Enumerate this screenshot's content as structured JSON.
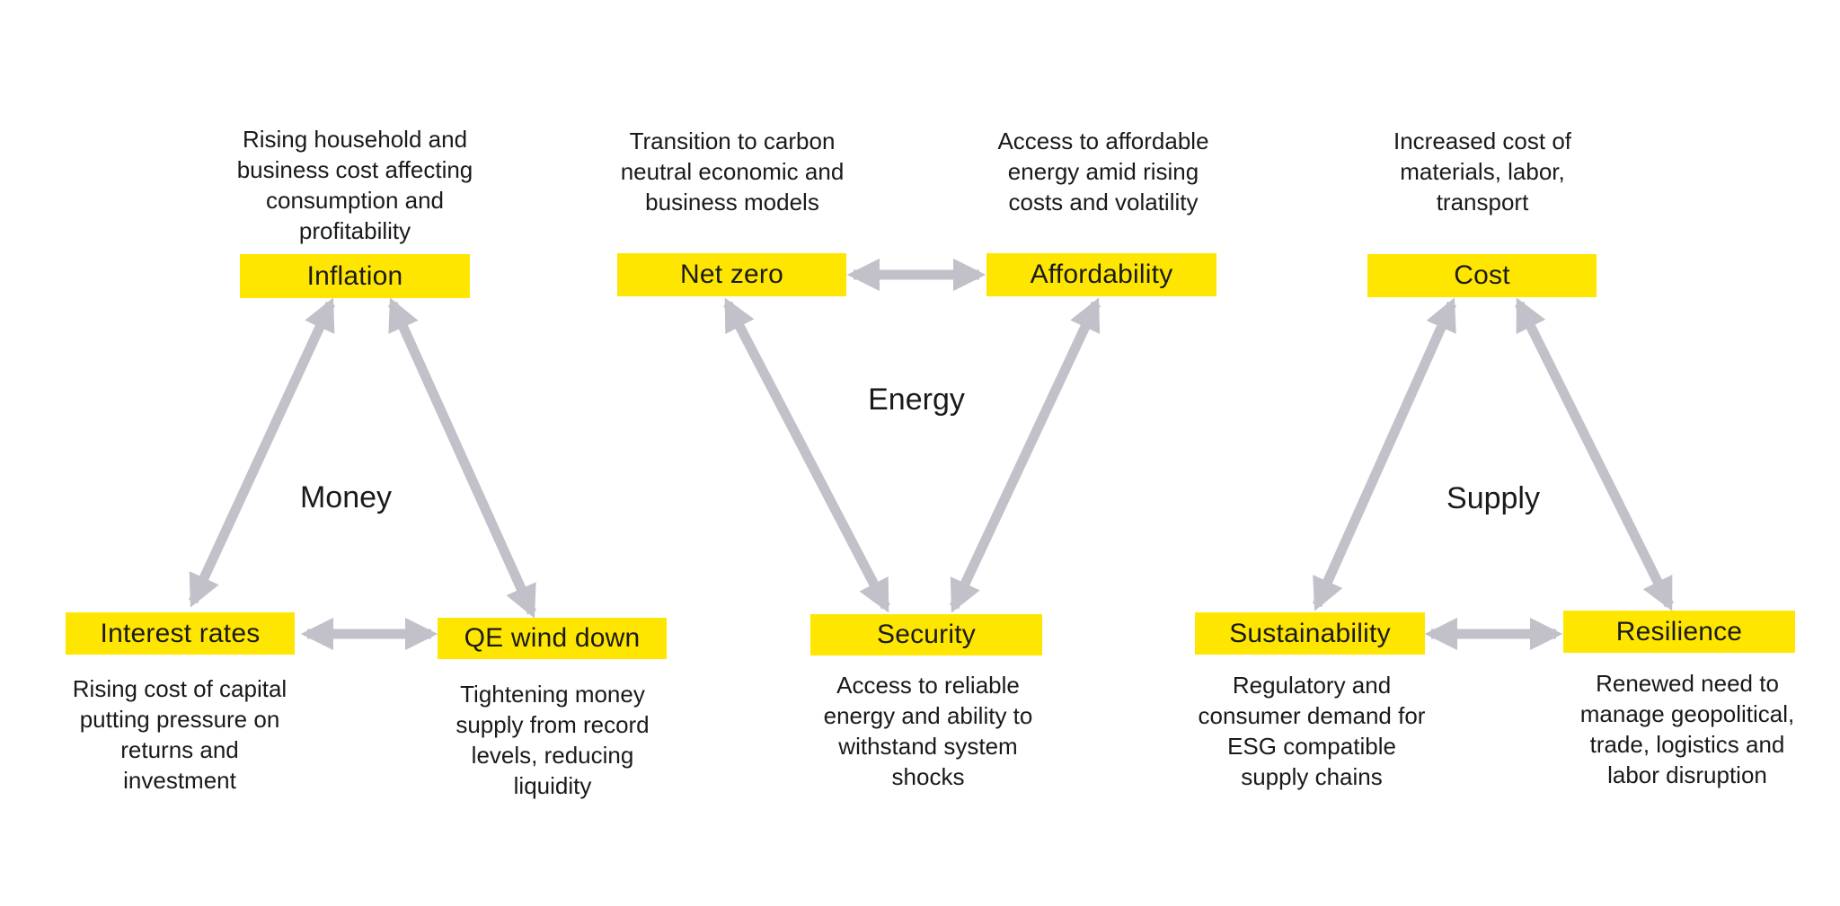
{
  "colors": {
    "node_fill": "#FFE600",
    "arrow": "#C2C1CA",
    "text": "#1A1A1A",
    "background": "#FFFFFF"
  },
  "triangles": [
    {
      "name": "Money",
      "nodes": [
        {
          "id": "inflation",
          "label": "Inflation",
          "description": "Rising household and\nbusiness cost affecting\nconsumption and\nprofitability"
        },
        {
          "id": "interest-rates",
          "label": "Interest rates",
          "description": "Rising cost of capital\nputting pressure on\nreturns and\ninvestment"
        },
        {
          "id": "qe-wind-down",
          "label": "QE wind down",
          "description": "Tightening money\nsupply from record\nlevels, reducing\nliquidity"
        }
      ],
      "connections": [
        {
          "from": "Inflation",
          "to": "Interest rates",
          "bidirectional": true
        },
        {
          "from": "Inflation",
          "to": "QE wind down",
          "bidirectional": true
        },
        {
          "from": "Interest rates",
          "to": "QE wind down",
          "bidirectional": true
        }
      ]
    },
    {
      "name": "Energy",
      "nodes": [
        {
          "id": "net-zero",
          "label": "Net zero",
          "description": "Transition to carbon\nneutral economic and\nbusiness models"
        },
        {
          "id": "affordability",
          "label": "Affordability",
          "description": "Access to affordable\nenergy amid rising\ncosts and volatility"
        },
        {
          "id": "security",
          "label": "Security",
          "description": "Access to reliable\nenergy and ability to\nwithstand system\nshocks"
        }
      ],
      "connections": [
        {
          "from": "Net zero",
          "to": "Affordability",
          "bidirectional": true
        },
        {
          "from": "Net zero",
          "to": "Security",
          "bidirectional": true
        },
        {
          "from": "Affordability",
          "to": "Security",
          "bidirectional": true
        }
      ]
    },
    {
      "name": "Supply",
      "nodes": [
        {
          "id": "cost",
          "label": "Cost",
          "description": "Increased cost of\nmaterials, labor,\ntransport"
        },
        {
          "id": "sustainability",
          "label": "Sustainability",
          "description": "Regulatory and\nconsumer demand for\nESG compatible\nsupply chains"
        },
        {
          "id": "resilience",
          "label": "Resilience",
          "description": "Renewed need to\nmanage geopolitical,\ntrade, logistics and\nlabor disruption"
        }
      ],
      "connections": [
        {
          "from": "Cost",
          "to": "Sustainability",
          "bidirectional": true
        },
        {
          "from": "Cost",
          "to": "Resilience",
          "bidirectional": true
        },
        {
          "from": "Sustainability",
          "to": "Resilience",
          "bidirectional": true
        }
      ]
    }
  ]
}
